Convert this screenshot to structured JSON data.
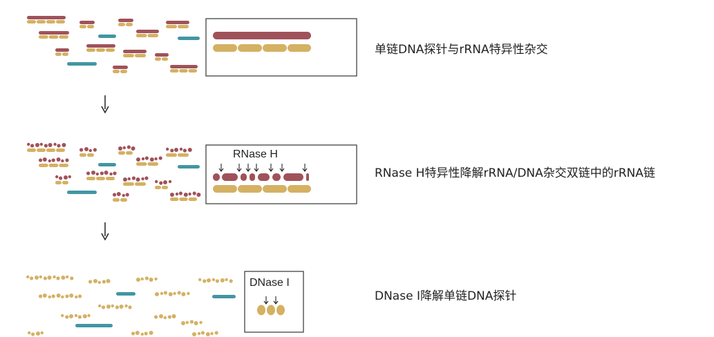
{
  "colors": {
    "rna": "#a0525a",
    "dna": "#d4b163",
    "probe": "#4296a3",
    "border": "#333333",
    "text": "#222222"
  },
  "steps": [
    {
      "description": "单链DNA探针与rRNA特异性杂交",
      "box_label": ""
    },
    {
      "description": "RNase H特异性降解rRNA/DNA杂交双链中的rRNA链",
      "box_label": "RNase H"
    },
    {
      "description": "DNase I降解单链DNA探针",
      "box_label": "DNase I"
    }
  ]
}
